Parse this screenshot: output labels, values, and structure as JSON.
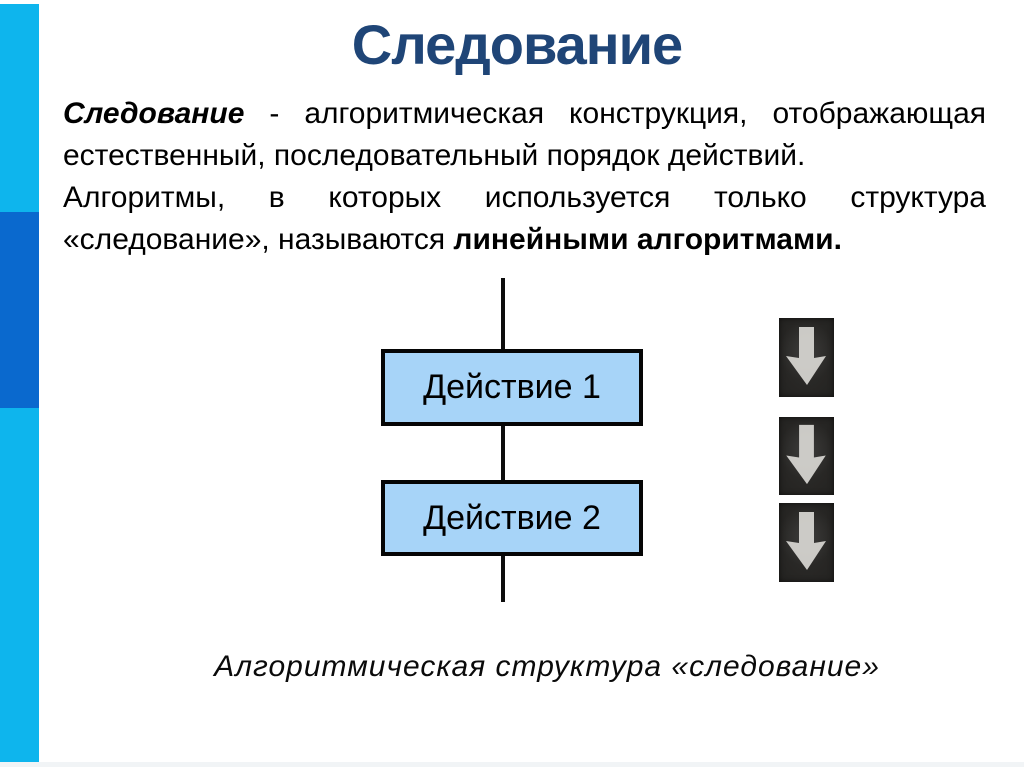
{
  "title": "Следование",
  "body": {
    "line1_lead": "Следование",
    "line1_rest": " - алгоритмическая конструкция, отображающая",
    "line2": "естественный, последовательный порядок действий.",
    "line3": "Алгоритмы, в которых используется только структура",
    "line4_lead": "«следование», называются ",
    "line4_bold": "линейными алгоритмами."
  },
  "flowchart": {
    "box1_label": "Действие 1",
    "box2_label": "Действие 2",
    "arrow_icons": [
      "down-arrow",
      "down-arrow",
      "down-arrow"
    ]
  },
  "caption": "Алгоритмическая структура «следование»",
  "colors": {
    "bar_cyan": "#0EB5ED",
    "bar_blue": "#0A69CE",
    "title_blue": "#1F4577",
    "box_fill": "#A7D4F8",
    "box_border": "#050505",
    "arrow_bg": "#232220",
    "arrow_fg": "#D9D8D4"
  }
}
